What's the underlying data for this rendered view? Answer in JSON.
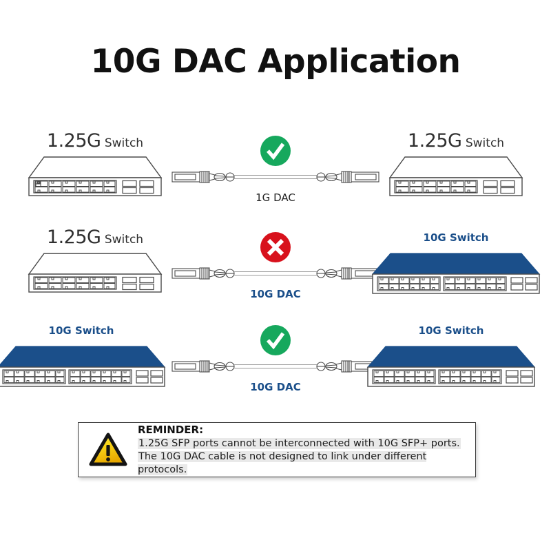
{
  "title": "10G DAC Application",
  "colors": {
    "ok_green": "#16a85d",
    "fail_red": "#d8111c",
    "switch_blue": "#1b4f8a",
    "label_blue": "#1b4f8a",
    "line_gray": "#4a4a4a",
    "warn_yellow": "#f2c200",
    "highlight_gray": "#e9e9e9"
  },
  "rows": [
    {
      "id": "row-1g-to-1g",
      "left_switch": {
        "speed": "1.25G",
        "kind": "Switch",
        "style": "white",
        "name": "switch-1.25g"
      },
      "right_switch": {
        "speed": "1.25G",
        "kind": "Switch",
        "style": "white",
        "name": "switch-1.25g"
      },
      "status": {
        "type": "check",
        "icon": "check-icon",
        "label": "supported"
      },
      "cable_label": "1G DAC",
      "cable_label_color": "dark"
    },
    {
      "id": "row-1g-to-10g",
      "left_switch": {
        "speed": "1.25G",
        "kind": "Switch",
        "style": "white",
        "name": "switch-1.25g"
      },
      "right_switch": {
        "speed": "10G",
        "kind": "Switch",
        "style": "blue",
        "name": "switch-10g"
      },
      "status": {
        "type": "cross",
        "icon": "cross-icon",
        "label": "not supported"
      },
      "cable_label": "10G DAC",
      "cable_label_color": "blue"
    },
    {
      "id": "row-10g-to-10g",
      "left_switch": {
        "speed": "10G",
        "kind": "Switch",
        "style": "blue",
        "name": "switch-10g"
      },
      "right_switch": {
        "speed": "10G",
        "kind": "Switch",
        "style": "blue",
        "name": "switch-10g"
      },
      "status": {
        "type": "check",
        "icon": "check-icon",
        "label": "supported"
      },
      "cable_label": "10G DAC",
      "cable_label_color": "blue"
    }
  ],
  "reminder": {
    "icon": "warning-triangle-icon",
    "title": "REMINDER:",
    "line1": "1.25G SFP ports cannot be interconnected with 10G SFP+ ports.",
    "line2": "The 10G DAC cable is not designed to link under different protocols."
  }
}
